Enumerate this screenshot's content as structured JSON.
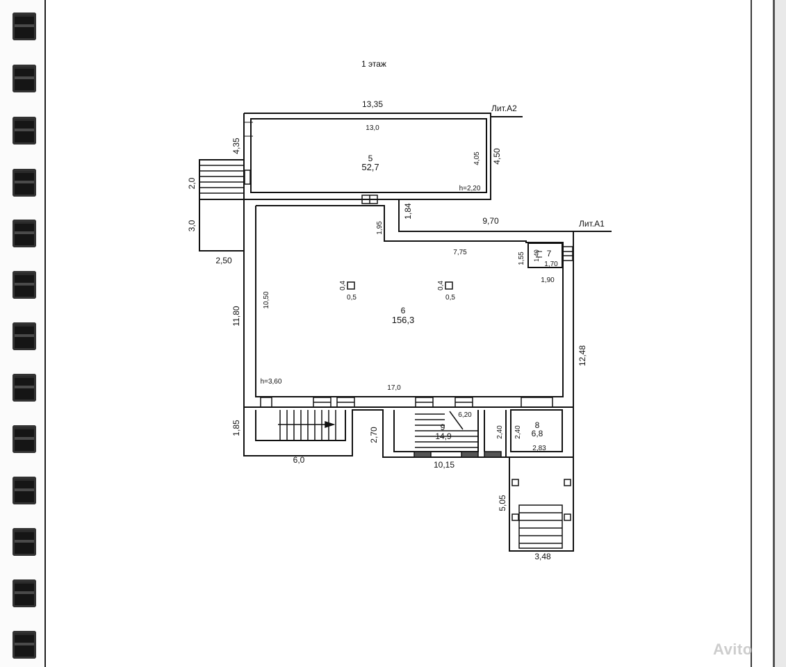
{
  "floor_title": "1 этаж",
  "labels": {
    "lit_a2": "Лит.А2",
    "lit_a1": "Лит.А1"
  },
  "rooms": [
    {
      "number": "5",
      "area": "52,7",
      "height": "h=2,20"
    },
    {
      "number": "6",
      "area": "156,3",
      "height": "h=3,60"
    },
    {
      "number": "7"
    },
    {
      "number": "8",
      "area": "6,8"
    },
    {
      "number": "9",
      "area": "14,9"
    }
  ],
  "dimensions": {
    "top_outer": "13,35",
    "room5_inner_width": "13,0",
    "room5_left_height": "4,35",
    "room5_inner_height": "4,05",
    "room5_outer_height": "4,50",
    "porch_left_height": "2,0",
    "porch_left_height_lower": "3,0",
    "porch_left_width": "2,50",
    "corridor_height": "1,84",
    "corridor_inner": "1,95",
    "a1_width": "9,70",
    "inner_top_right": "7,75",
    "room7_height_outer": "1,55",
    "room7_height": "1,40",
    "room7_width": "1,70",
    "room7_below": "1,90",
    "column1_w": "0,4",
    "column1_h": "0,5",
    "column2_w": "0,4",
    "column2_h": "0,5",
    "left_outer_height": "11,80",
    "left_inner_height": "10,50",
    "right_outer_height": "12,48",
    "room6_width": "17,0",
    "stair_left_height": "1,85",
    "stair_left_width": "6,0",
    "stair_mid_height": "2,70",
    "room9_diag": "6,20",
    "room9_side": "2,40",
    "room8_side": "2,40",
    "room8_width": "2,83",
    "bottom_mid_width": "10,15",
    "porch_right_height": "5,05",
    "porch_right_width": "3,48"
  },
  "watermark": "Avito",
  "colors": {
    "line": "#111111",
    "paper": "#ffffff"
  }
}
